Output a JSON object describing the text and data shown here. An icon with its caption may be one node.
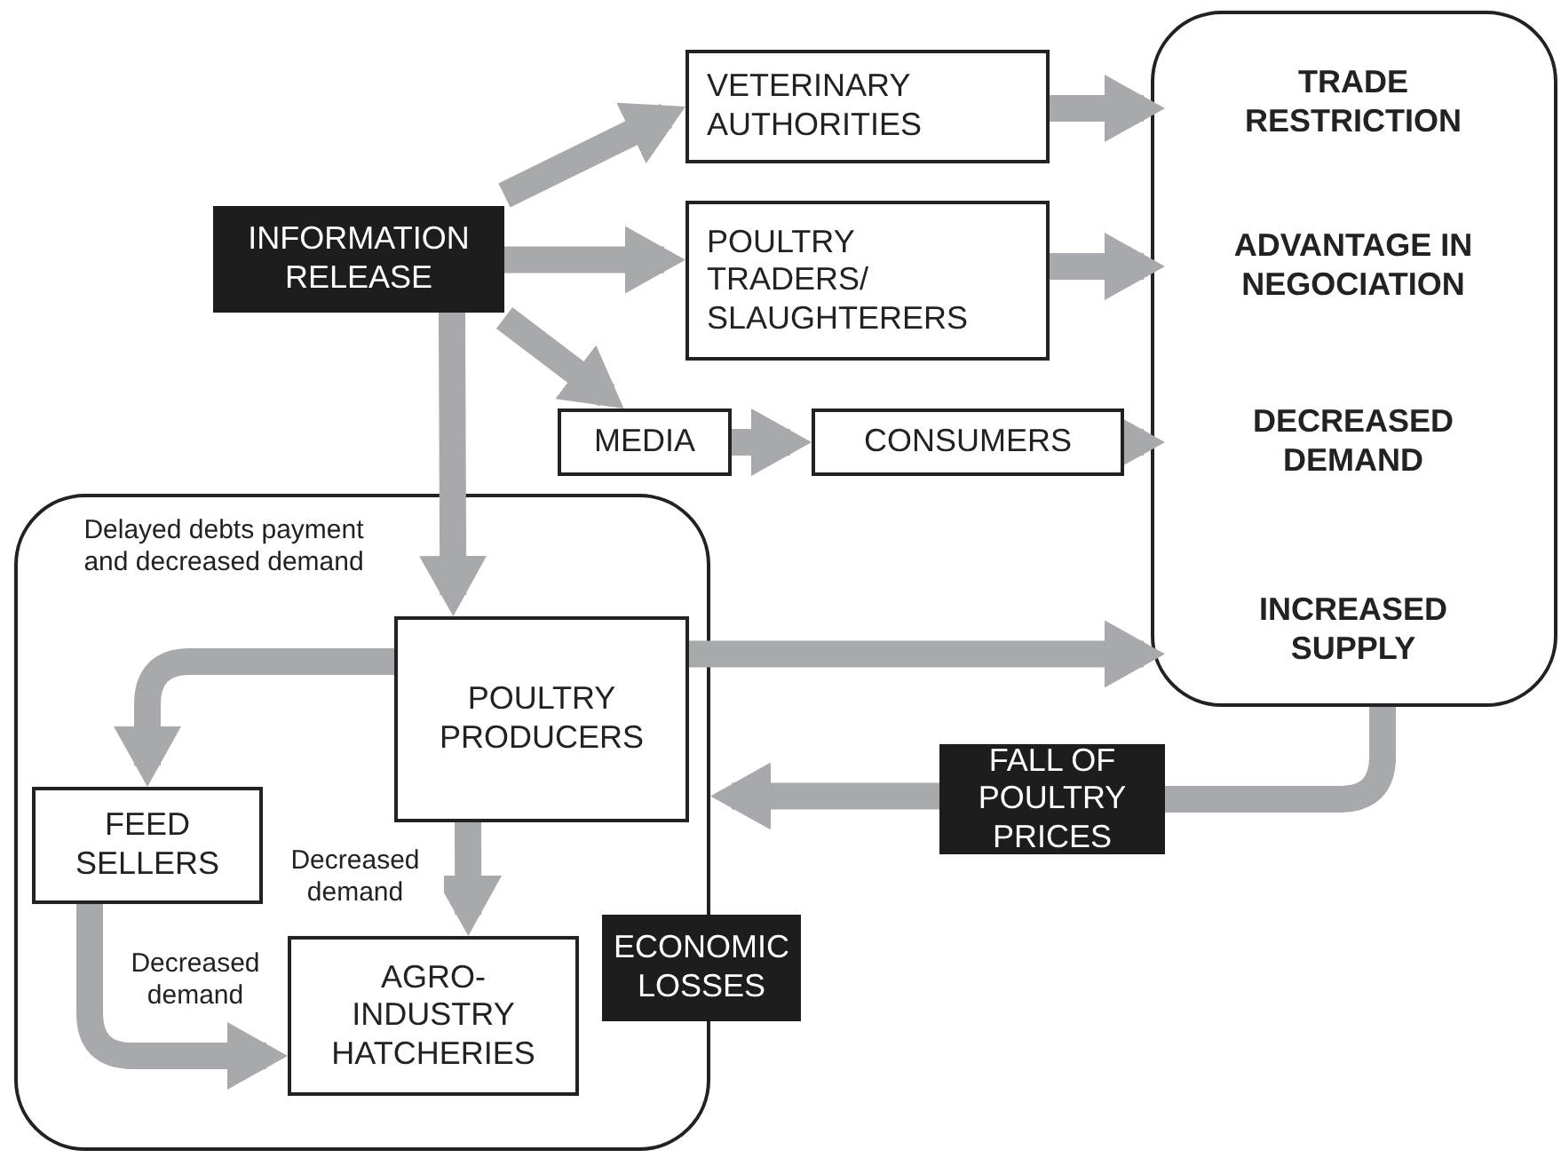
{
  "diagram": {
    "nodes": [
      {
        "text": [
          "INFORMATION RELEASE"
        ]
      },
      {
        "text": [
          "VETERINARY AUTHORITIES"
        ]
      },
      {
        "text": [
          "POULTRY TRADERS/ SLAUGHTERERS"
        ]
      },
      {
        "text": [
          "MEDIA"
        ]
      },
      {
        "text": [
          "CONSUMERS"
        ]
      },
      {
        "text": [],
        "shape": "box"
      },
      {
        "text": [
          "TRADE RESTRICTION"
        ],
        "in": 5
      },
      {
        "text": [
          "ADVANTAGE IN NEGOCIATION"
        ],
        "in": 5
      },
      {
        "text": [
          "DECREASED DEMAND"
        ],
        "in": 5
      },
      {
        "text": [
          "INCREASED SUPPLY"
        ],
        "in": 5
      },
      {
        "text": [],
        "shape": "box"
      },
      {
        "text": [
          "POULTRY PRODUCERS"
        ],
        "in": 10
      },
      {
        "text": [
          "FEED SELLERS"
        ],
        "in": 10
      },
      {
        "text": [
          "AGRO-INDUSTRY HATCHERIES"
        ],
        "in": 10
      },
      {
        "text": [
          "FALL OF POULTRY PRICES"
        ]
      },
      {
        "text": [
          "ECONOMIC LOSSES"
        ]
      }
    ],
    "edges": [
      {
        "from": 0,
        "to": 1,
        "arrow": "to"
      },
      {
        "from": 0,
        "to": 2,
        "arrow": "to"
      },
      {
        "from": 0,
        "to": 3,
        "arrow": "to"
      },
      {
        "from": 0,
        "to": 11,
        "arrow": "to"
      },
      {
        "from": 1,
        "to": 6,
        "arrow": "to"
      },
      {
        "from": 2,
        "to": 7,
        "arrow": "to"
      },
      {
        "from": 3,
        "to": 4,
        "arrow": "to"
      },
      {
        "from": 4,
        "to": 8,
        "arrow": "to"
      },
      {
        "from": 11,
        "to": 9,
        "arrow": "to"
      },
      {
        "from": 5,
        "to": 14,
        "arrow": "none"
      },
      {
        "from": 14,
        "to": 10,
        "arrow": "to"
      },
      {
        "from": 11,
        "to": 12,
        "arrow": "to",
        "label": "Delayed debts payment and decreased demand"
      },
      {
        "from": 11,
        "to": 13,
        "arrow": "to",
        "label": "Decreased demand"
      },
      {
        "from": 12,
        "to": 13,
        "arrow": "to",
        "label": "Decreased demand"
      }
    ]
  }
}
